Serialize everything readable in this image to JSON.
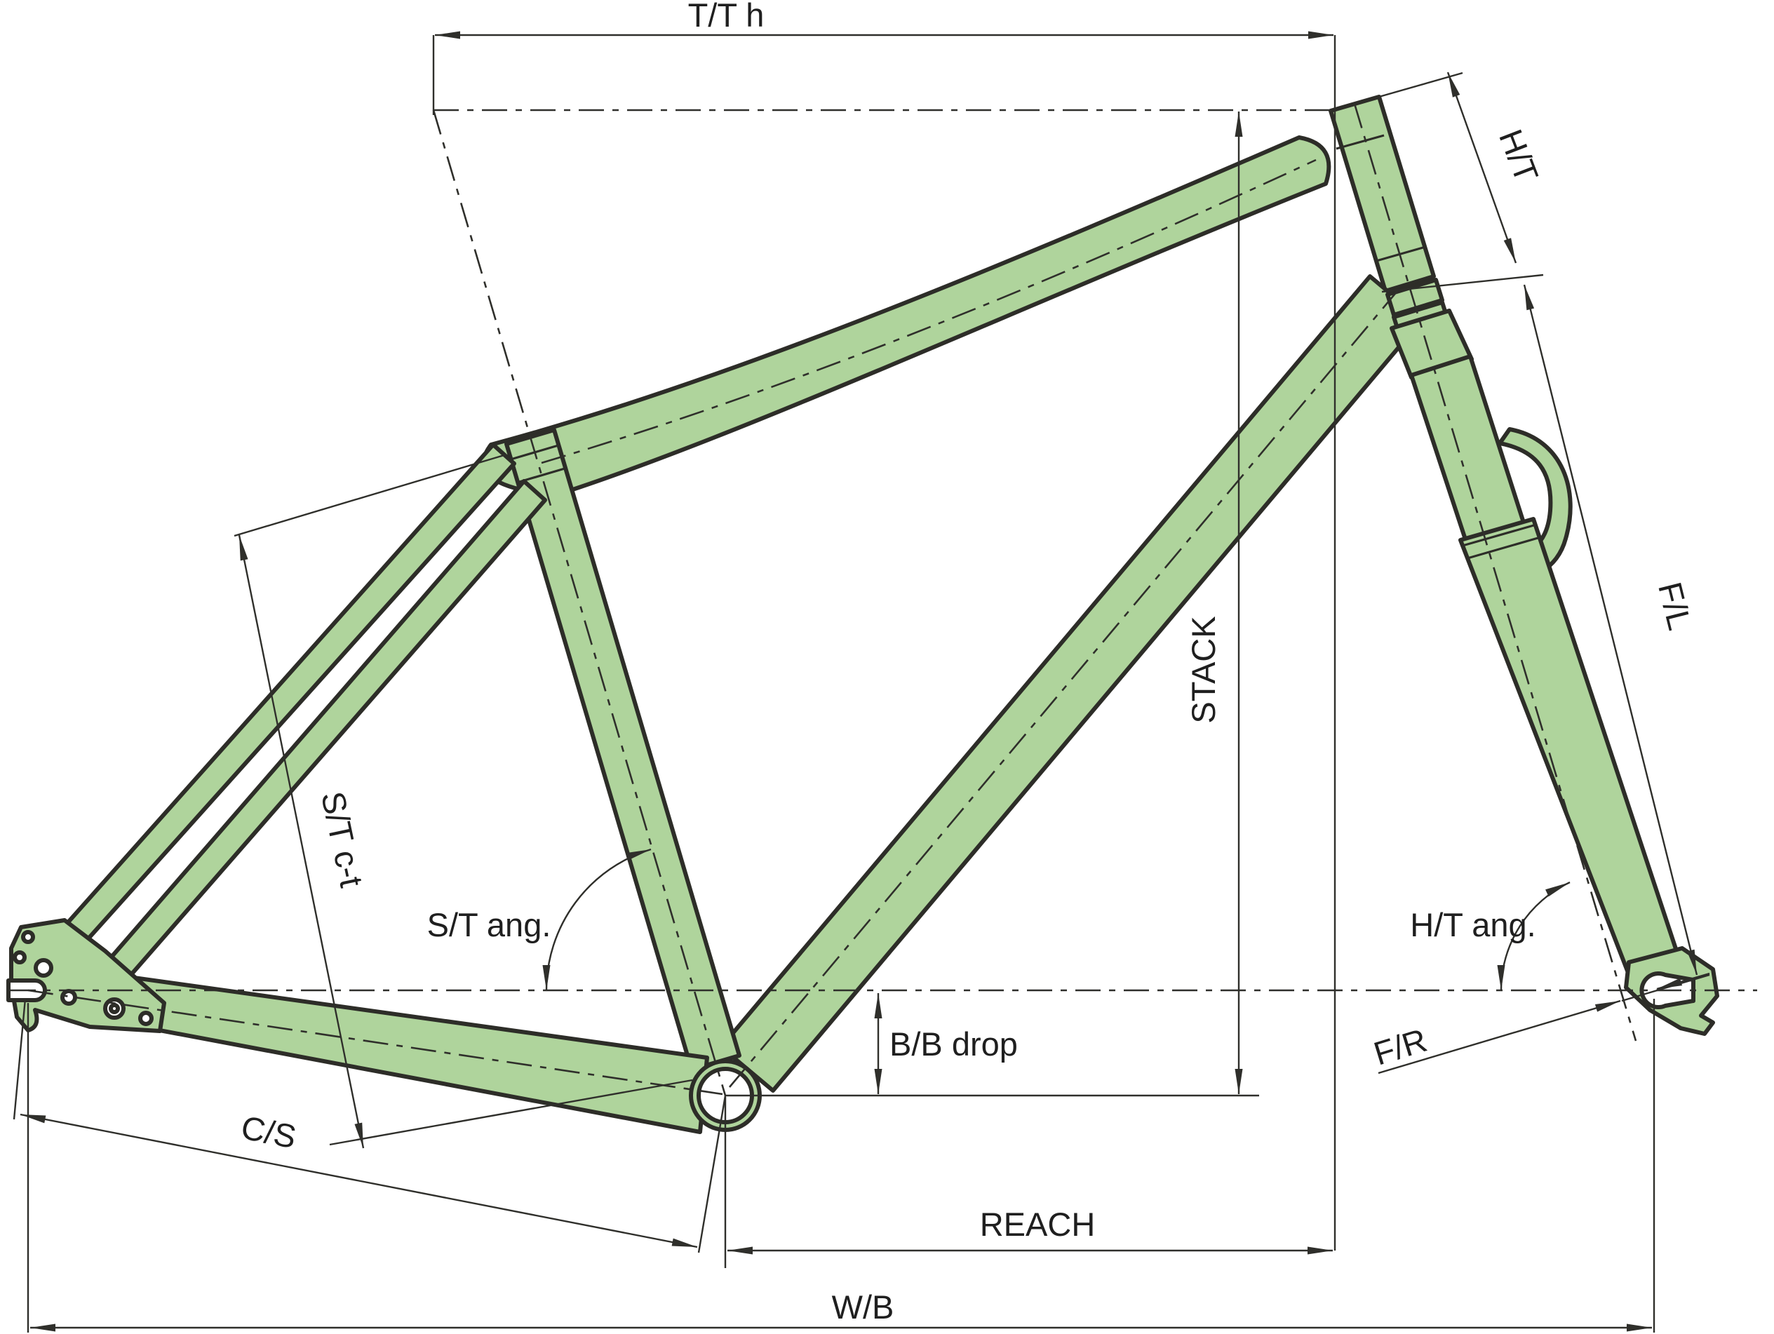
{
  "diagram": {
    "type": "bicycle-frame-geometry",
    "colors": {
      "background": "#ffffff",
      "frame_fill": "#afd49c",
      "frame_outline": "#2d2d28",
      "dimension_line": "#2f2f2b",
      "label_text": "#1f1f1f"
    },
    "labels": {
      "tt_h": "T/T h",
      "ht": "H/T",
      "fl": "F/L",
      "stack": "STACK",
      "st_ct": "S/T c-t",
      "st_ang": "S/T ang.",
      "bb_drop": "B/B drop",
      "reach": "REACH",
      "cs": "C/S",
      "wb": "W/B",
      "ht_ang": "H/T ang.",
      "fr": "F/R"
    }
  }
}
